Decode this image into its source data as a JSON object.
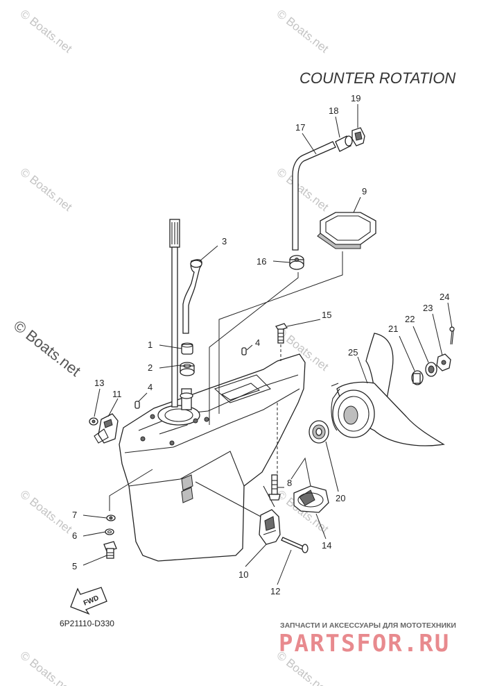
{
  "title": "COUNTER ROTATION",
  "diagram_code": "6P21110-D330",
  "watermark": "© Boats.net",
  "fwd_label": "FWD",
  "footer_tagline": "ЗАПЧАСТИ И АКСЕССУАРЫ ДЛЯ МОТОТЕХНИКИ",
  "footer_logo": "PARTSFOR.RU",
  "callouts": {
    "c1": "1",
    "c2": "2",
    "c3": "3",
    "c4a": "4",
    "c4b": "4",
    "c5": "5",
    "c6": "6",
    "c7": "7",
    "c8": "8",
    "c9": "9",
    "c10": "10",
    "c11": "11",
    "c12": "12",
    "c13": "13",
    "c14": "14",
    "c15": "15",
    "c16": "16",
    "c17": "17",
    "c18": "18",
    "c19": "19",
    "c20": "20",
    "c21": "21",
    "c22": "22",
    "c23": "23",
    "c24": "24",
    "c25": "25"
  }
}
